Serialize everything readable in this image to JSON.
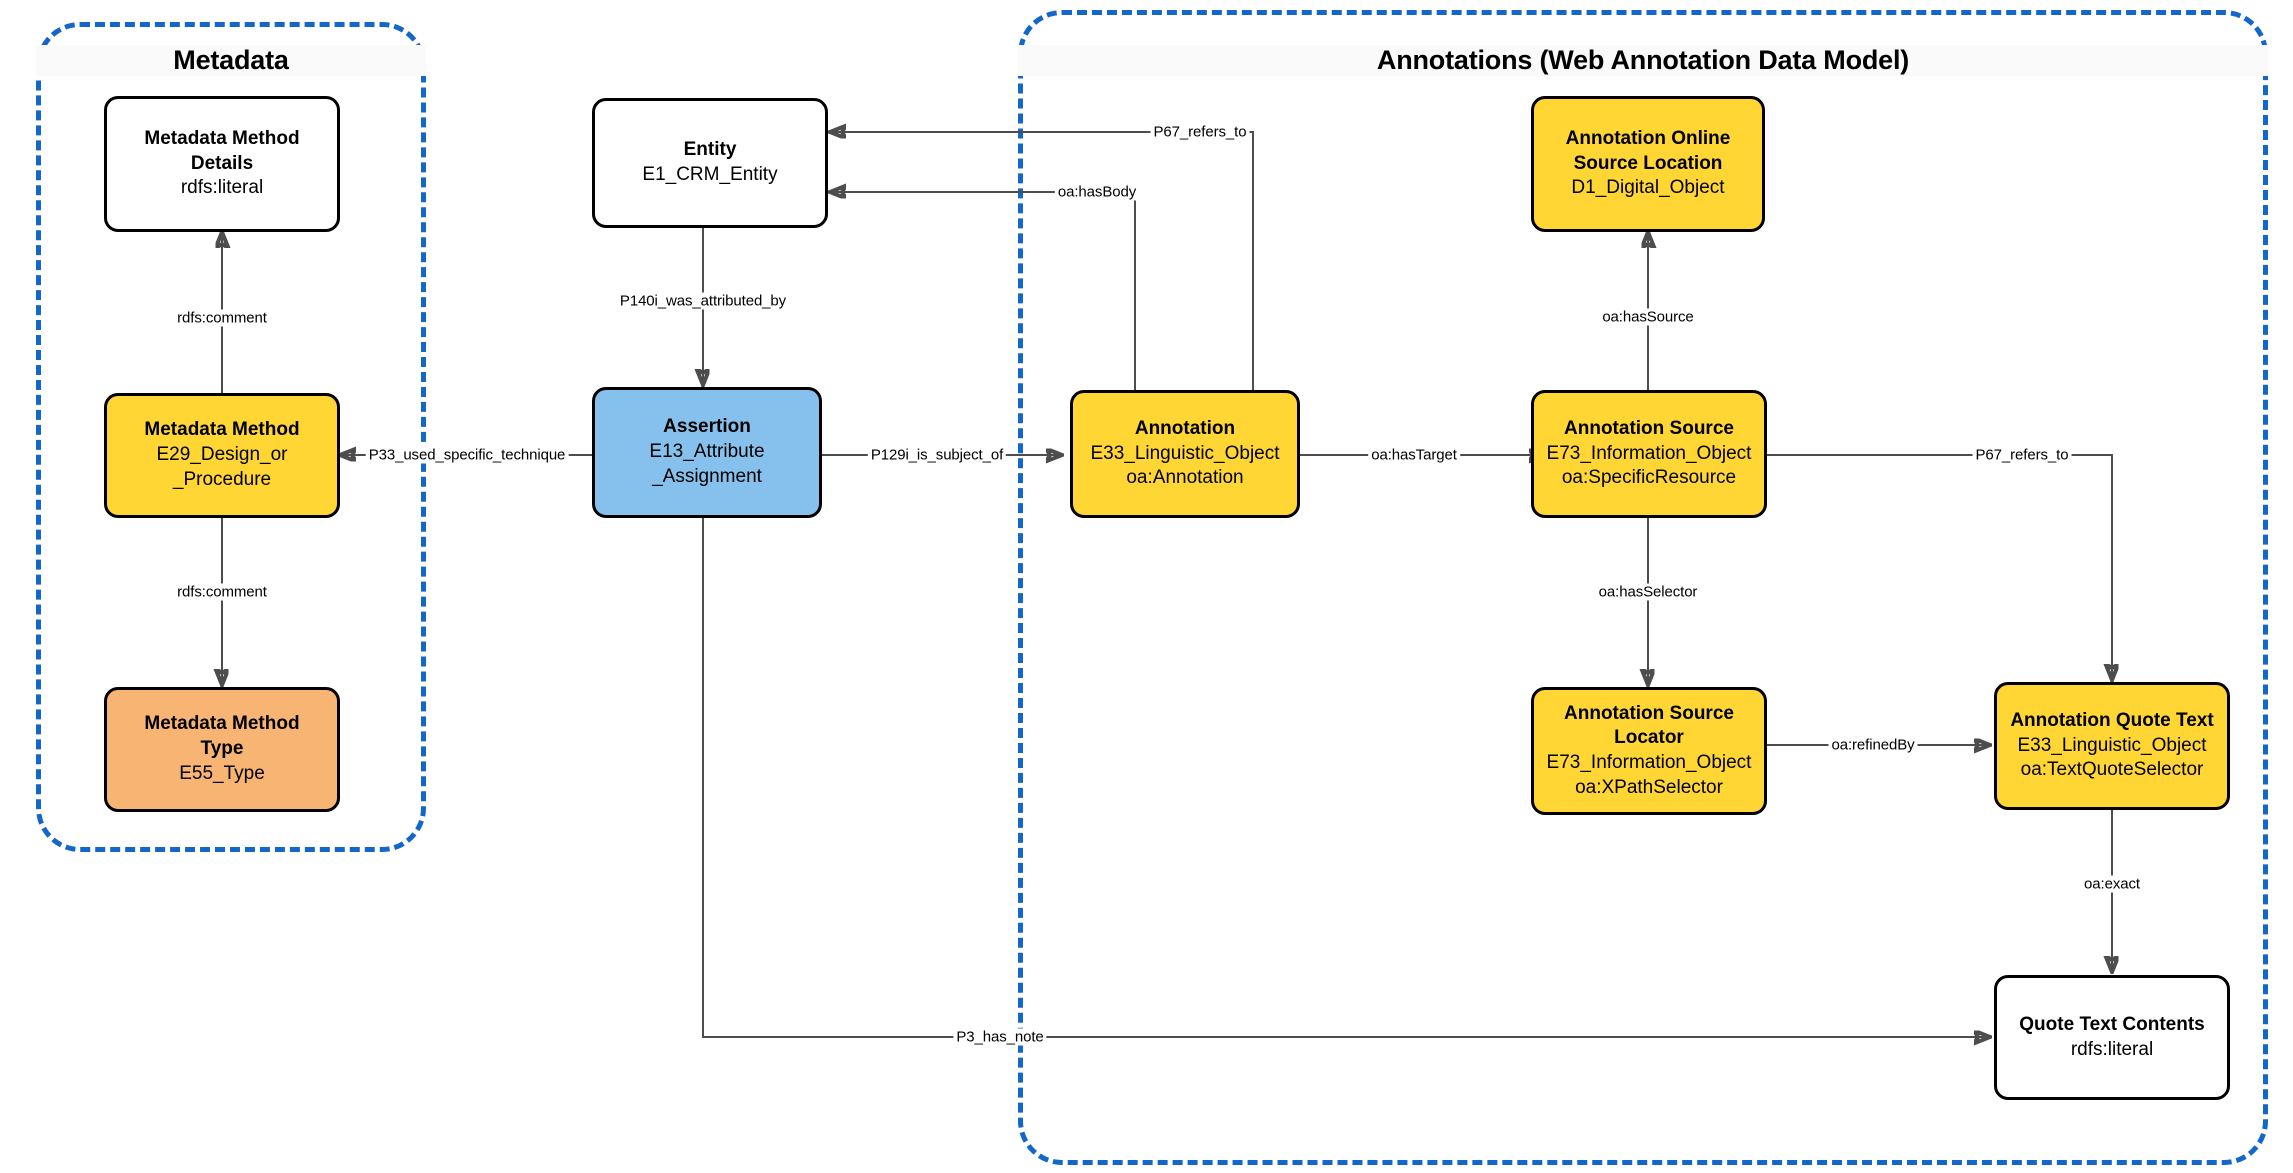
{
  "diagram": {
    "title": "CIDOC-CRM / Web Annotation Data Model mapping",
    "colors": {
      "group_border": "#1367c8",
      "node_border": "#000000",
      "yellow": "#ffd633",
      "blue": "#85c1ec",
      "orange": "#f8b473",
      "white": "#ffffff",
      "edge": "#4d4d4d"
    }
  },
  "groups": [
    {
      "id": "metadata",
      "title": "Metadata"
    },
    {
      "id": "annotations",
      "title": "Annotations (Web Annotation Data Model)"
    }
  ],
  "nodes": [
    {
      "id": "metadata-method-details",
      "fill": "white",
      "lines": [
        {
          "text": "Metadata Method",
          "bold": true
        },
        {
          "text": "Details",
          "bold": true
        },
        {
          "text": "rdfs:literal",
          "bold": false
        }
      ]
    },
    {
      "id": "metadata-method",
      "fill": "yellow",
      "lines": [
        {
          "text": "Metadata Method",
          "bold": true
        },
        {
          "text": "E29_Design_or",
          "bold": false
        },
        {
          "text": "_Procedure",
          "bold": false
        }
      ]
    },
    {
      "id": "metadata-method-type",
      "fill": "orange",
      "lines": [
        {
          "text": "Metadata Method",
          "bold": true
        },
        {
          "text": "Type",
          "bold": true
        },
        {
          "text": "E55_Type",
          "bold": false
        }
      ]
    },
    {
      "id": "entity",
      "fill": "white",
      "lines": [
        {
          "text": "Entity",
          "bold": true
        },
        {
          "text": "E1_CRM_Entity",
          "bold": false
        }
      ]
    },
    {
      "id": "assertion",
      "fill": "blue",
      "lines": [
        {
          "text": "Assertion",
          "bold": true
        },
        {
          "text": "E13_Attribute",
          "bold": false
        },
        {
          "text": "_Assignment",
          "bold": false
        }
      ]
    },
    {
      "id": "annotation",
      "fill": "yellow",
      "lines": [
        {
          "text": "Annotation",
          "bold": true
        },
        {
          "text": "E33_Linguistic_Object",
          "bold": false
        },
        {
          "text": "oa:Annotation",
          "bold": false
        }
      ]
    },
    {
      "id": "annotation-online-source-location",
      "fill": "yellow",
      "lines": [
        {
          "text": "Annotation Online",
          "bold": true
        },
        {
          "text": "Source Location",
          "bold": true
        },
        {
          "text": "D1_Digital_Object",
          "bold": false
        }
      ]
    },
    {
      "id": "annotation-source",
      "fill": "yellow",
      "lines": [
        {
          "text": "Annotation Source",
          "bold": true
        },
        {
          "text": "E73_Information_Object",
          "bold": false
        },
        {
          "text": "oa:SpecificResource",
          "bold": false
        }
      ]
    },
    {
      "id": "annotation-source-locator",
      "fill": "yellow",
      "lines": [
        {
          "text": "Annotation Source",
          "bold": true
        },
        {
          "text": "Locator",
          "bold": true
        },
        {
          "text": "E73_Information_Object",
          "bold": false
        },
        {
          "text": "oa:XPathSelector",
          "bold": false
        }
      ]
    },
    {
      "id": "annotation-quote-text",
      "fill": "yellow",
      "lines": [
        {
          "text": "Annotation Quote Text",
          "bold": true
        },
        {
          "text": "E33_Linguistic_Object",
          "bold": false
        },
        {
          "text": "oa:TextQuoteSelector",
          "bold": false
        }
      ]
    },
    {
      "id": "quote-text-contents",
      "fill": "white",
      "lines": [
        {
          "text": "Quote Text Contents",
          "bold": true
        },
        {
          "text": "rdfs:literal",
          "bold": false
        }
      ]
    }
  ],
  "edges": [
    {
      "id": "e1",
      "label": "rdfs:comment",
      "from": "metadata-method",
      "to": "metadata-method-details"
    },
    {
      "id": "e2",
      "label": "rdfs:comment",
      "from": "metadata-method",
      "to": "metadata-method-type"
    },
    {
      "id": "e3",
      "label": "P33_used_specific_technique",
      "from": "assertion",
      "to": "metadata-method"
    },
    {
      "id": "e4",
      "label": "P140i_was_attributed_by",
      "from": "entity",
      "to": "assertion"
    },
    {
      "id": "e5",
      "label": "P129i_is_subject_of",
      "from": "assertion",
      "to": "annotation"
    },
    {
      "id": "e6",
      "label": "P67_refers_to",
      "from": "annotation",
      "to": "entity"
    },
    {
      "id": "e7",
      "label": "oa:hasBody",
      "from": "annotation",
      "to": "entity"
    },
    {
      "id": "e8",
      "label": "oa:hasTarget",
      "from": "annotation",
      "to": "annotation-source"
    },
    {
      "id": "e9",
      "label": "oa:hasSource",
      "from": "annotation-source",
      "to": "annotation-online-source-location"
    },
    {
      "id": "e10",
      "label": "oa:hasSelector",
      "from": "annotation-source",
      "to": "annotation-source-locator"
    },
    {
      "id": "e11",
      "label": "P67_refers_to",
      "from": "annotation-source",
      "to": "annotation-quote-text"
    },
    {
      "id": "e12",
      "label": "oa:refinedBy",
      "from": "annotation-source-locator",
      "to": "annotation-quote-text"
    },
    {
      "id": "e13",
      "label": "oa:exact",
      "from": "annotation-quote-text",
      "to": "quote-text-contents"
    },
    {
      "id": "e14",
      "label": "P3_has_note",
      "from": "assertion",
      "to": "quote-text-contents"
    }
  ]
}
